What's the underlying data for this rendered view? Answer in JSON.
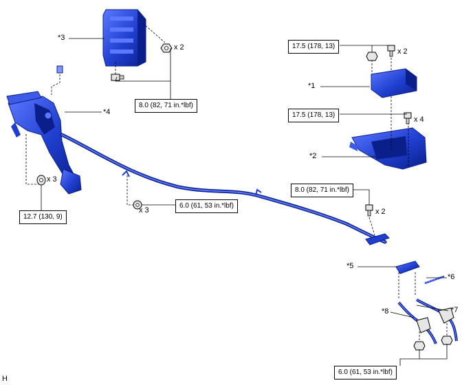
{
  "callouts": {
    "c1": "*1",
    "c2": "*2",
    "c3": "*3",
    "c4": "*4",
    "c5": "*5",
    "c6": "*6",
    "c7": "*7",
    "c8": "*8"
  },
  "torque_specs": {
    "computer_nut": "8.0 (82, 71 in.*lbf)",
    "pedal_bolt": "12.7 (130, 9)",
    "cable_clamp_nut": "6.0 (61, 53 in.*lbf)",
    "actuator_top_bolt": "17.5 (178, 13)",
    "actuator_bracket_bolt": "17.5 (178, 13)",
    "cable_bracket_bolt": "8.0 (82, 71 in.*lbf)",
    "rear_cable_nut": "6.0 (61, 53 in.*lbf)"
  },
  "quantities": {
    "computer_nut": "x 2",
    "pedal_bolt": "x 3",
    "cable_clamp_nut": "x 3",
    "actuator_top_bolt": "x 2",
    "actuator_bracket_bolt": "x 4",
    "cable_bracket_bolt": "x 2"
  },
  "figure_code": "H",
  "colors": {
    "part_blue": "#1f3fd0",
    "part_dark": "#0b1f8a",
    "part_light": "#5b78ff",
    "line": "#000000"
  }
}
